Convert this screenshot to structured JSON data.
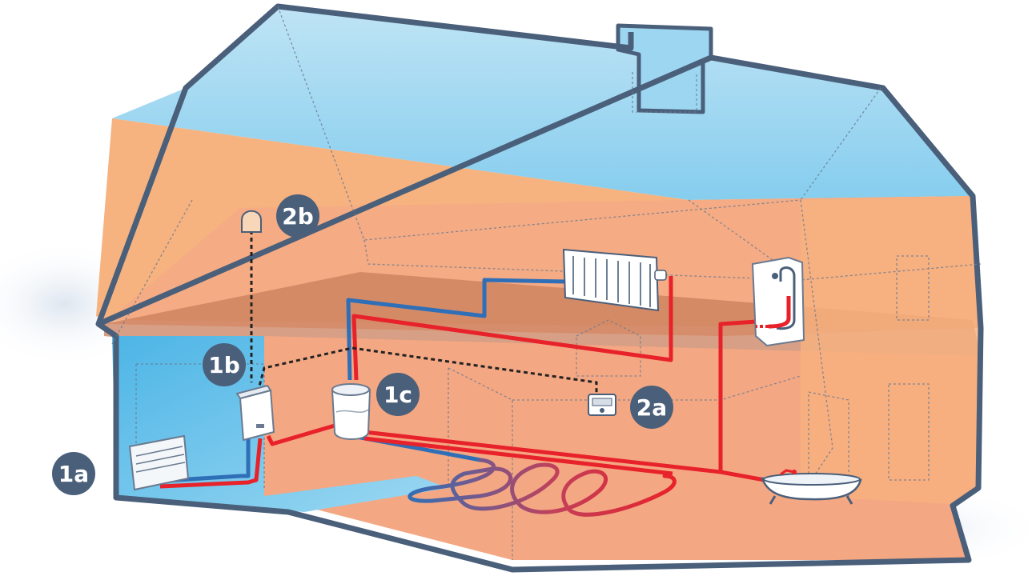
{
  "colors": {
    "outline": "#4a5f7a",
    "roof_blue": "#8fd0ef",
    "wall_orange": "#f3a884",
    "attic_orange": "#f7b47e",
    "room_blue": "#6cc3ea",
    "floor_shadow": "#c9805d",
    "pipe_hot": "#e8222a",
    "pipe_cold": "#2f6fb8",
    "control_wire": "#222222",
    "badge": "#4a5f7a"
  },
  "labels": {
    "label_1a": "1a",
    "label_1b": "1b",
    "label_1c": "1c",
    "label_2a": "2a",
    "label_2b": "2b"
  },
  "icons": {
    "storage_heater": "storage-heater-icon",
    "boiler": "boiler-icon",
    "cylinder": "hot-water-cylinder-icon",
    "thermostat": "thermostat-icon",
    "outdoor_sensor": "outdoor-sensor-icon",
    "radiator": "radiator-icon",
    "shower": "shower-icon",
    "bathtub": "bathtub-icon",
    "underfloor": "underfloor-heating-icon"
  }
}
